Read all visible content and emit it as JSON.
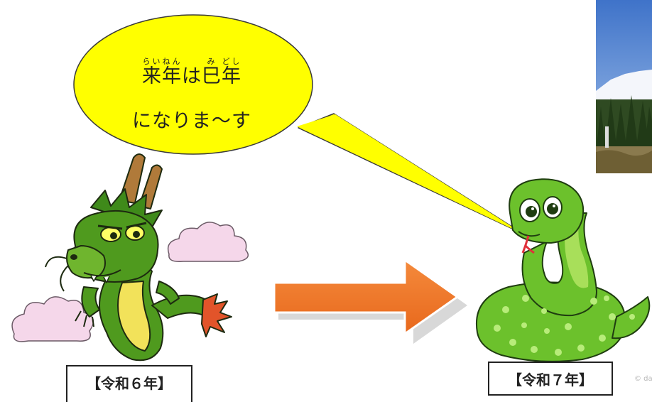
{
  "bubble": {
    "line1": {
      "kanji_rai": "来",
      "ruby_rai": "らい",
      "kanji_nen1": "年",
      "ruby_nen1": "ねん",
      "kana_ha": "は",
      "kanji_mi": "巳",
      "ruby_mi": "み",
      "kanji_toshi": "年",
      "ruby_toshi": "どし"
    },
    "line2": "になりま〜す",
    "fill_color": "#ffff00"
  },
  "labels": {
    "reiwa6": "【令和６年】",
    "reiwa7": "【令和７年】"
  },
  "copyright": "© da",
  "colors": {
    "arrow": "#f07e2c",
    "snake": "#6cc12c",
    "dragon": "#4f9a1e",
    "cloud": "#f5d7ea",
    "sky": "#5b88cf"
  },
  "icons": {
    "dragon": "dragon-illustration",
    "snake": "snake-illustration",
    "arrow": "right-arrow-icon",
    "photo": "mountain-forest-photo"
  }
}
